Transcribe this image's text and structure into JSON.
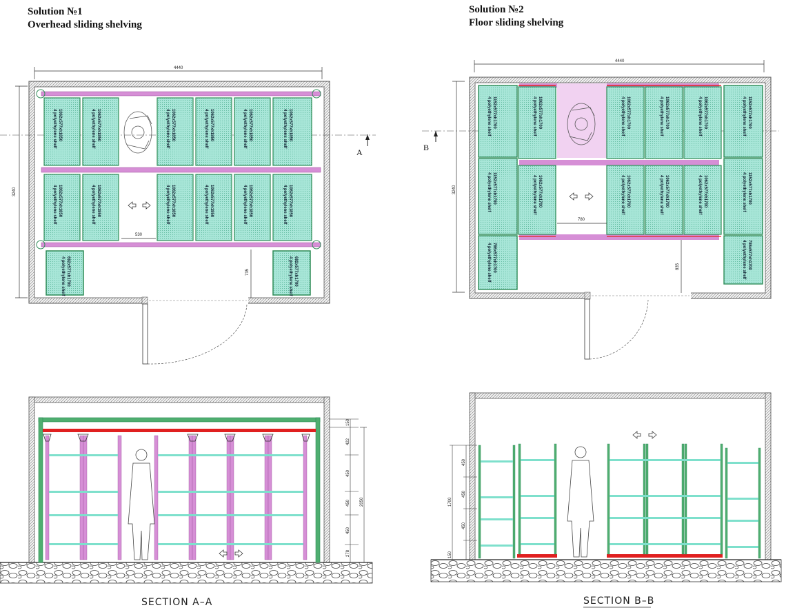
{
  "solution1": {
    "title": "Solution №1",
    "subtitle": "Overhead sliding shelving",
    "plan": {
      "width_dim": "4440",
      "height_dim": "3240",
      "aisle_dim": "530",
      "door_dim": "735",
      "section_marker": "A",
      "shelf_label_line1": "1062x577xh1850",
      "shelf_label_line2": "4 polyethylene shelf",
      "small_shelf_line1": "692x577xh1700",
      "small_shelf_line2": "4 polyethylene shelf"
    },
    "section": {
      "title": "SECTION A–A",
      "dims": [
        "150",
        "422",
        "450",
        "450",
        "450",
        "278"
      ],
      "total_height": "2050"
    }
  },
  "solution2": {
    "title": "Solution №2",
    "subtitle": "Floor sliding shelving",
    "plan": {
      "width_dim": "4440",
      "height_dim": "3240",
      "aisle_dim": "780",
      "door_dim": "835",
      "section_marker": "B",
      "shelf_label_line1": "1062x577xh1700",
      "shelf_label_line2": "4 polyethylene shelf",
      "end_shelf_line1": "1152x577xh1700",
      "end_shelf_line2": "4 polyethylene shelf",
      "small_shelf_line1": "786x577xh1700",
      "small_shelf_line2": "4 polyethylene shelf"
    },
    "section": {
      "title": "SECTION B–B",
      "dims": [
        "450",
        "450",
        "450",
        "150"
      ],
      "total_height": "1700"
    }
  },
  "colors": {
    "shelf_fill": "#a8e6d8",
    "shelf_edge": "#2e8b57",
    "rail_pink": "#d68fd6",
    "rail_red": "#e02020",
    "shelf_line": "#7ee0cc",
    "wall": "#777777"
  }
}
